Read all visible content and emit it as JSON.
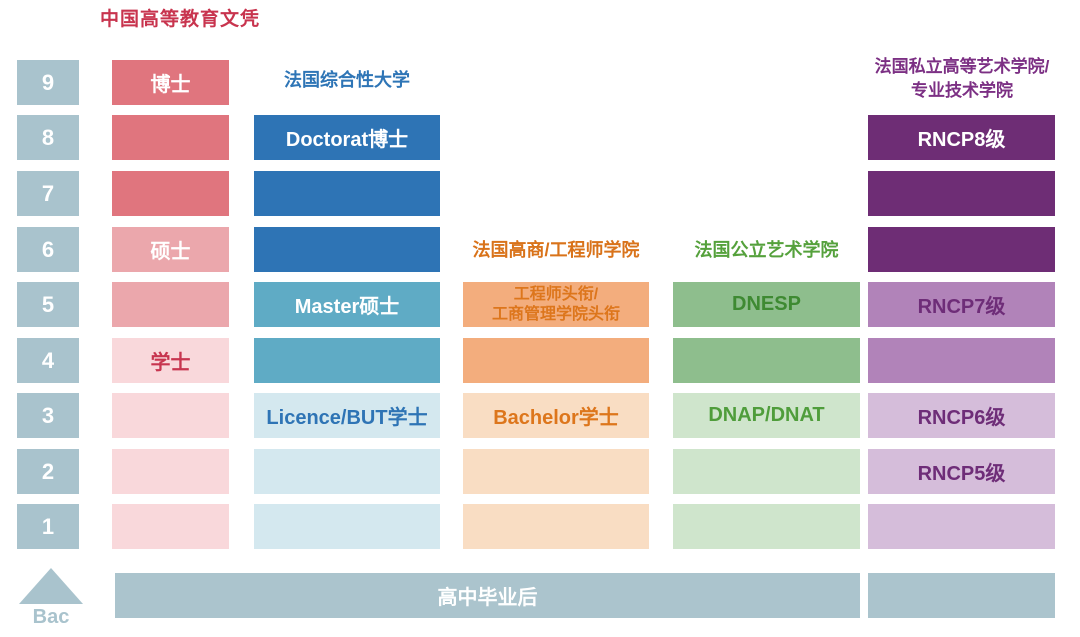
{
  "title": "中国高等教育文凭",
  "axis": {
    "levels": [
      "9",
      "8",
      "7",
      "6",
      "5",
      "4",
      "3",
      "2",
      "1"
    ],
    "bac_label": "Bac"
  },
  "bottom": {
    "label": "高中毕业后"
  },
  "columns": {
    "china": {
      "l9": "博士",
      "l6": "硕士",
      "l4": "学士"
    },
    "university": {
      "header": "法国综合性大学",
      "l8": "Doctorat博士",
      "l5": "Master硕士",
      "l3": "Licence/BUT学士"
    },
    "business": {
      "header": "法国高商/工程师学院",
      "l5_line1": "工程师头衔/",
      "l5_line2": "工商管理学院头衔",
      "l3": "Bachelor学士"
    },
    "public_art": {
      "header": "法国公立艺术学院",
      "l5": "DNESP",
      "l3": "DNAP/DNAT"
    },
    "private_art": {
      "header_line1": "法国私立高等艺术学院/",
      "header_line2": "专业技术学院",
      "l8": "RNCP8级",
      "l5": "RNCP7级",
      "l3": "RNCP6级",
      "l2": "RNCP5级"
    }
  },
  "colors": {
    "axis_gray_blue": "#a9c3cd",
    "title_red": "#c8344e",
    "china_dark": "#e0757e",
    "china_mid": "#eba7ac",
    "china_light": "#f9d8db",
    "china_text_red": "#c7354f",
    "university_dark": "#2e74b5",
    "university_mid": "#5fabc5",
    "university_light": "#d4e8ef",
    "business_mid": "#f3ad7d",
    "business_light": "#f9ddc3",
    "business_text": "#dd761c",
    "public_art_mid": "#8ebe8d",
    "public_art_light": "#cfe5cc",
    "public_art_text": "#4f9d3b",
    "private_art_dark": "#6e2d75",
    "private_art_mid": "#b183b9",
    "private_art_light": "#d5bdda",
    "private_art_header": "#7c3084"
  }
}
